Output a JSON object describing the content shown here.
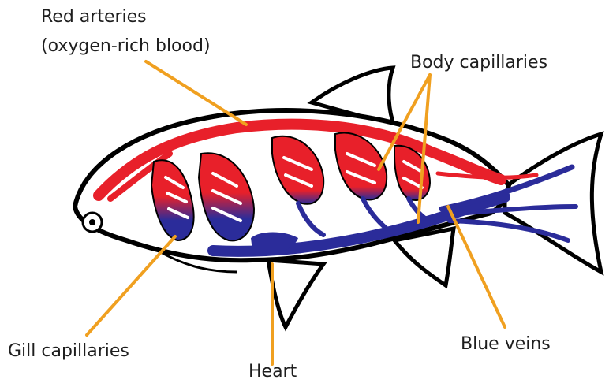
{
  "labels": {
    "red_arteries_line1": "Red arteries",
    "red_arteries_line2": "(oxygen-rich blood)",
    "body_capillaries": "Body capillaries",
    "gill_capillaries": "Gill capillaries",
    "heart": "Heart",
    "blue_veins": "Blue veins"
  },
  "colors": {
    "artery": "#e8202a",
    "vein": "#2b2c9a",
    "leader_line": "#f0a020",
    "outline": "#000000"
  }
}
